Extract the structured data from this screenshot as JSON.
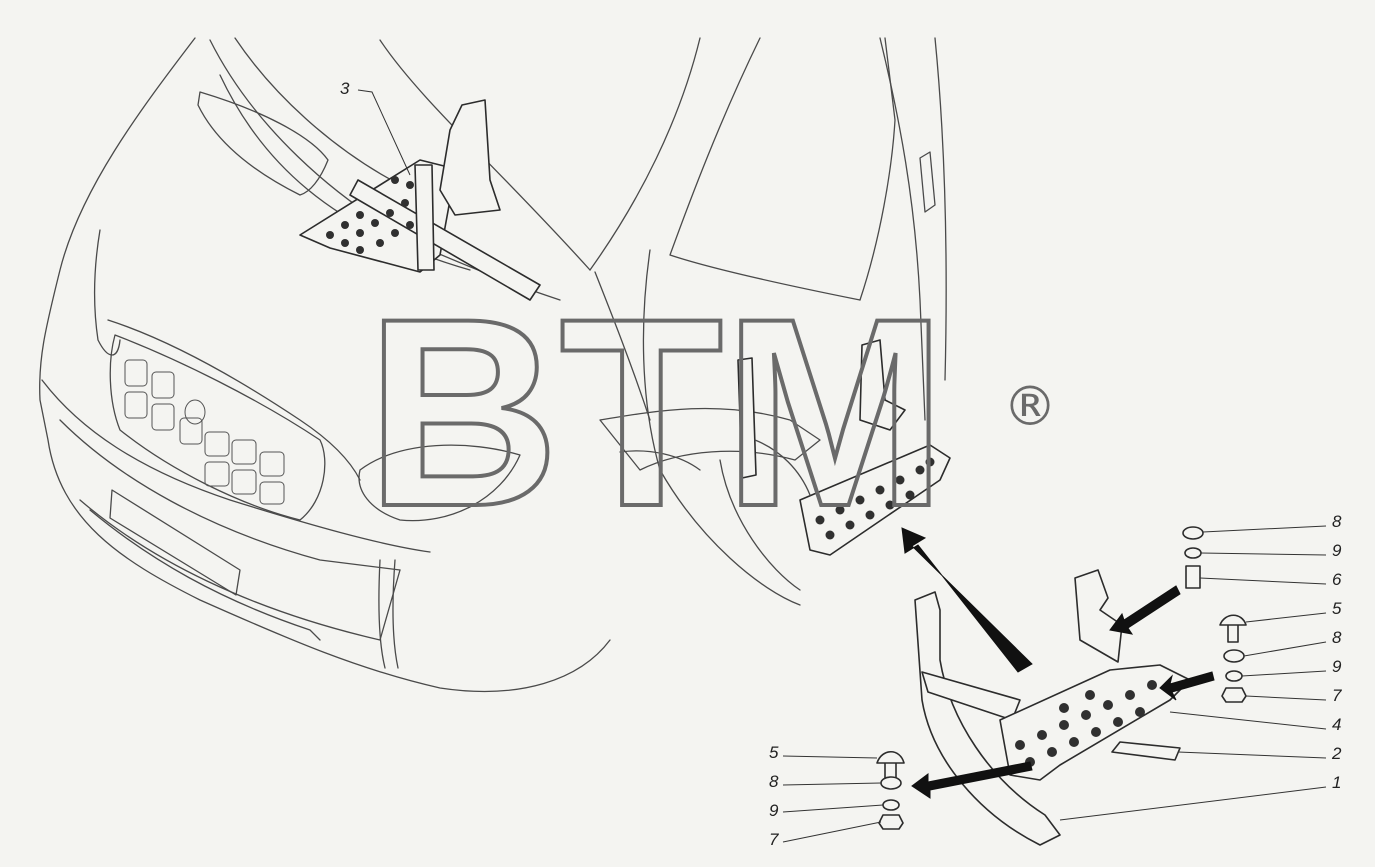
{
  "watermark": {
    "text": "BTM",
    "mark": "®"
  },
  "callouts": [
    {
      "id": "c3",
      "label": "3"
    },
    {
      "id": "c8a",
      "label": "8"
    },
    {
      "id": "c9a",
      "label": "9"
    },
    {
      "id": "c6",
      "label": "6"
    },
    {
      "id": "c5a",
      "label": "5"
    },
    {
      "id": "c8b",
      "label": "8"
    },
    {
      "id": "c9b",
      "label": "9"
    },
    {
      "id": "c7a",
      "label": "7"
    },
    {
      "id": "c4",
      "label": "4"
    },
    {
      "id": "c2",
      "label": "2"
    },
    {
      "id": "c1",
      "label": "1"
    },
    {
      "id": "c5b",
      "label": "5"
    },
    {
      "id": "c8c",
      "label": "8"
    },
    {
      "id": "c9c",
      "label": "9"
    },
    {
      "id": "c7b",
      "label": "7"
    }
  ]
}
